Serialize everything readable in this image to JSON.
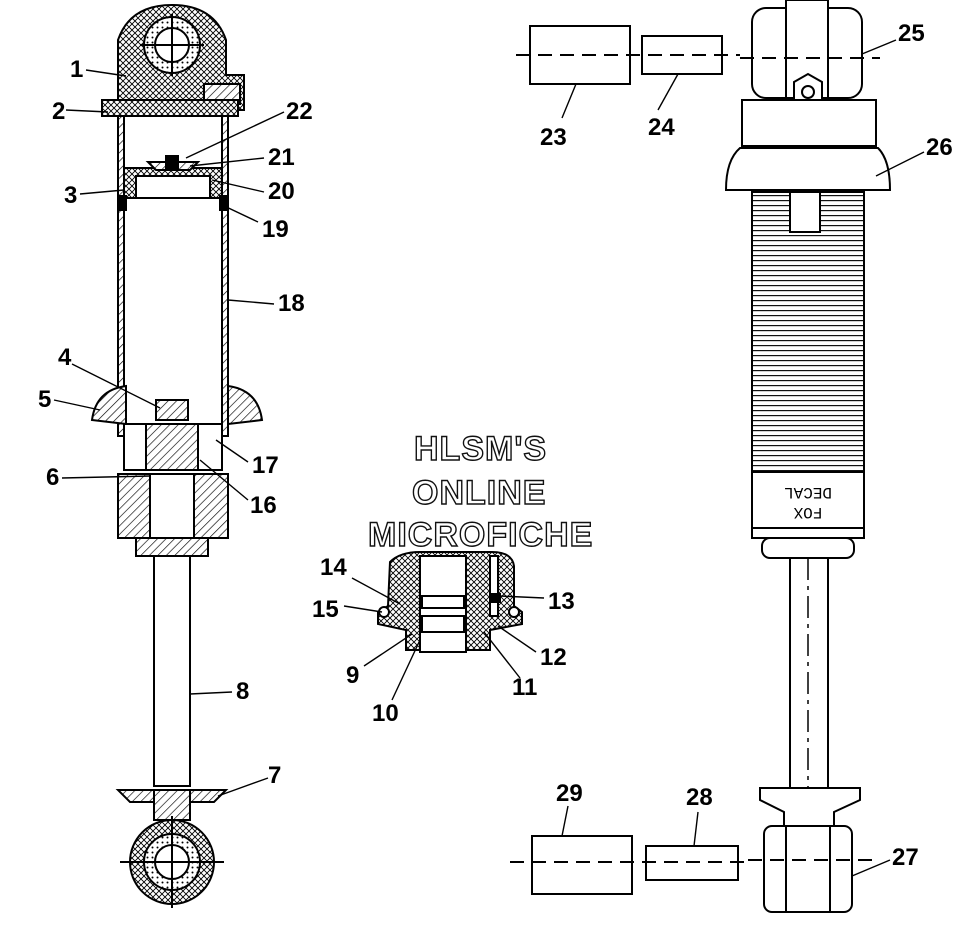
{
  "watermark": {
    "line1": "HLSM'S",
    "line2": "ONLINE",
    "line3": "MICROFICHE"
  },
  "decal": {
    "line1": "FOX",
    "line2": "DECAL"
  },
  "callouts": {
    "c1": "1",
    "c2": "2",
    "c3": "3",
    "c4": "4",
    "c5": "5",
    "c6": "6",
    "c7": "7",
    "c8": "8",
    "c9": "9",
    "c10": "10",
    "c11": "11",
    "c12": "12",
    "c13": "13",
    "c14": "14",
    "c15": "15",
    "c16": "16",
    "c17": "17",
    "c18": "18",
    "c19": "19",
    "c20": "20",
    "c21": "21",
    "c22": "22",
    "c23": "23",
    "c24": "24",
    "c25": "25",
    "c26": "26",
    "c27": "27",
    "c28": "28",
    "c29": "29"
  }
}
